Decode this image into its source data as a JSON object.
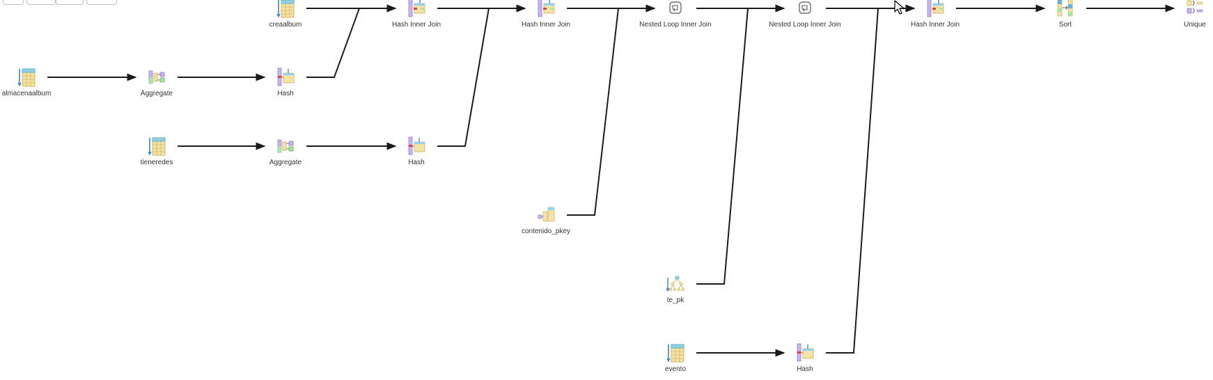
{
  "plan": {
    "nodes": [
      {
        "id": "creaalbum",
        "label": "creaalbum",
        "icon": "seq-scan-icon",
        "kind": "table"
      },
      {
        "id": "join1",
        "label": "Hash Inner Join",
        "icon": "hash-join-icon",
        "kind": "hashjoin"
      },
      {
        "id": "join2",
        "label": "Hash Inner Join",
        "icon": "hash-join-icon",
        "kind": "hashjoin"
      },
      {
        "id": "nested1",
        "label": "Nested Loop Inner Join",
        "icon": "nested-loop-icon",
        "kind": "nested"
      },
      {
        "id": "nested2",
        "label": "Nested Loop Inner Join",
        "icon": "nested-loop-icon",
        "kind": "nested"
      },
      {
        "id": "join3",
        "label": "Hash Inner Join",
        "icon": "hash-join-icon",
        "kind": "hashjoin"
      },
      {
        "id": "sort",
        "label": "Sort",
        "icon": "sort-icon",
        "kind": "sort"
      },
      {
        "id": "unique",
        "label": "Unique",
        "icon": "unique-icon",
        "kind": "unique"
      },
      {
        "id": "almacenaalbum",
        "label": "almacenaalbum",
        "icon": "seq-scan-icon",
        "kind": "table"
      },
      {
        "id": "agg1",
        "label": "Aggregate",
        "icon": "aggregate-icon",
        "kind": "aggregate"
      },
      {
        "id": "hash1",
        "label": "Hash",
        "icon": "hash-icon",
        "kind": "hash"
      },
      {
        "id": "tieneredes",
        "label": "tieneredes",
        "icon": "seq-scan-icon",
        "kind": "table"
      },
      {
        "id": "agg2",
        "label": "Aggregate",
        "icon": "aggregate-icon",
        "kind": "aggregate"
      },
      {
        "id": "hash2",
        "label": "Hash",
        "icon": "hash-icon",
        "kind": "hash"
      },
      {
        "id": "contenido_pkey",
        "label": "contenido_pkey",
        "icon": "index-scan-icon",
        "kind": "indexscan"
      },
      {
        "id": "te_pk",
        "label": "te_pk",
        "icon": "index-tree-icon",
        "kind": "indextree"
      },
      {
        "id": "evento",
        "label": "evento",
        "icon": "seq-scan-icon",
        "kind": "table"
      },
      {
        "id": "hash3",
        "label": "Hash",
        "icon": "hash-icon",
        "kind": "hash"
      }
    ],
    "edges": [
      {
        "from": "creaalbum",
        "to": "join1"
      },
      {
        "from": "join1",
        "to": "join2"
      },
      {
        "from": "join2",
        "to": "nested1"
      },
      {
        "from": "nested1",
        "to": "nested2"
      },
      {
        "from": "nested2",
        "to": "join3"
      },
      {
        "from": "join3",
        "to": "sort"
      },
      {
        "from": "sort",
        "to": "unique"
      },
      {
        "from": "almacenaalbum",
        "to": "agg1"
      },
      {
        "from": "agg1",
        "to": "hash1"
      },
      {
        "from": "hash1",
        "to": "join1"
      },
      {
        "from": "tieneredes",
        "to": "agg2"
      },
      {
        "from": "agg2",
        "to": "hash2"
      },
      {
        "from": "hash2",
        "to": "join2"
      },
      {
        "from": "contenido_pkey",
        "to": "nested1"
      },
      {
        "from": "te_pk",
        "to": "nested2"
      },
      {
        "from": "evento",
        "to": "hash3"
      },
      {
        "from": "hash3",
        "to": "join3"
      }
    ]
  },
  "colors": {
    "edge": "#1a1a1a",
    "label": "#333333",
    "table_fill": "#f3e3a6",
    "table_header": "#8fd3f0",
    "hash_purple": "#c8b4f0",
    "hash_green": "#a8e6a0",
    "red_accent": "#d64545"
  }
}
